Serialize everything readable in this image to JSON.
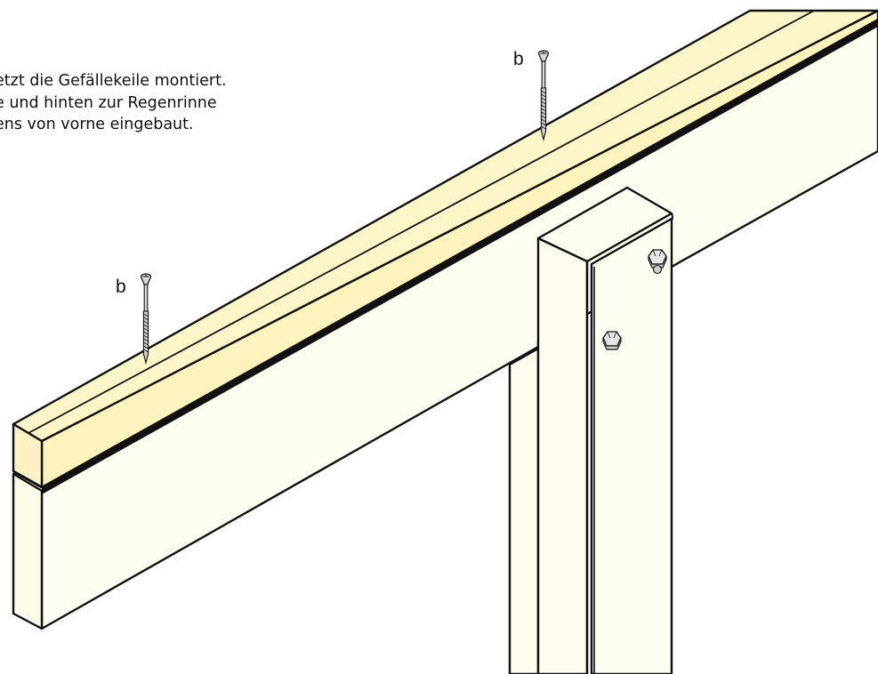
{
  "instructions": {
    "line_1": "etzt die Gefällekeile montiert.",
    "line_2": "e und hinten zur Regenrinne",
    "line_3": "ens von vorne eingebaut."
  },
  "labels": {
    "screw_right": "b",
    "screw_left": "b"
  },
  "colors": {
    "wedge": "#fdf6c8",
    "timber": "#fefdf1",
    "outline": "#111111",
    "bolt": "#e2e2e2"
  },
  "icons": {
    "screw": "screw-icon",
    "bolt": "hex-bolt-icon"
  }
}
